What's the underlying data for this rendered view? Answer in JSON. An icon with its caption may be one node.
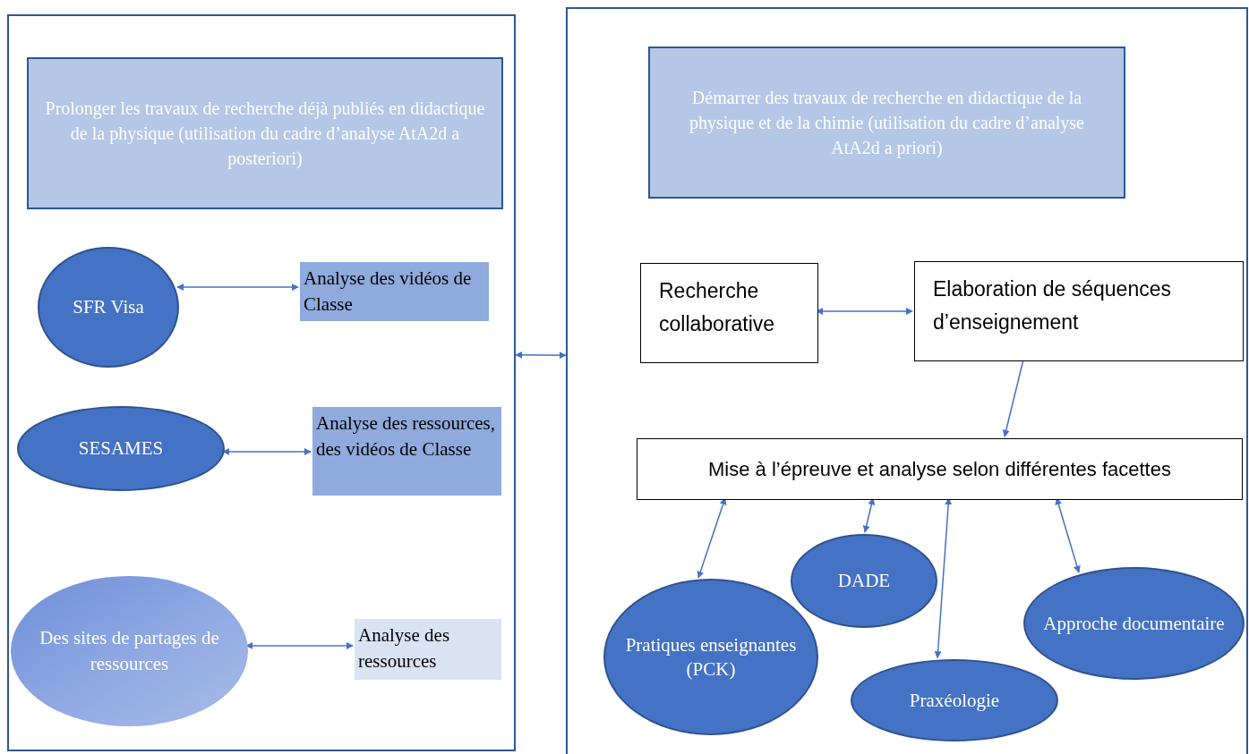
{
  "diagram": {
    "nodes": [
      {
        "text": [],
        "shape": "box"
      },
      {
        "text": [
          "Prolonger les travaux de recherche déjà publiés en didactique de la physique (utilisation du cadre d’analyse AtA2d a posteriori)"
        ],
        "in": 0
      },
      {
        "text": [
          "SFR Visa"
        ],
        "in": 0
      },
      {
        "text": [
          "Analyse des vidéos de Classe"
        ],
        "in": 0
      },
      {
        "text": [
          "SESAMES"
        ],
        "in": 0
      },
      {
        "text": [
          "Analyse des ressources, des vidéos de Classe"
        ],
        "in": 0
      },
      {
        "text": [
          "Des sites de partages de ressources"
        ],
        "in": 0
      },
      {
        "text": [
          "Analyse des ressources"
        ],
        "in": 0
      },
      {
        "text": [],
        "shape": "box"
      },
      {
        "text": [
          "Démarrer des travaux de recherche en didactique de la physique et de la chimie (utilisation du cadre d’analyse AtA2d a priori)"
        ],
        "in": 8
      },
      {
        "text": [
          "Recherche collaborative"
        ],
        "in": 8
      },
      {
        "text": [
          "Elaboration de séquences d’enseignement"
        ],
        "in": 8
      },
      {
        "text": [
          "Mise à l’épreuve et analyse selon différentes facettes"
        ],
        "in": 8
      },
      {
        "text": [
          "DADE"
        ],
        "in": 8
      },
      {
        "text": [
          "Pratiques enseignantes (PCK)"
        ],
        "in": 8
      },
      {
        "text": [
          "Approche documentaire"
        ],
        "in": 8
      },
      {
        "text": [
          "Praxéologie"
        ],
        "in": 8
      }
    ],
    "edges": [
      {
        "from": 0,
        "to": 8,
        "arrow": "both"
      },
      {
        "from": 2,
        "to": 3,
        "arrow": "both"
      },
      {
        "from": 4,
        "to": 5,
        "arrow": "both"
      },
      {
        "from": 6,
        "to": 7,
        "arrow": "both"
      },
      {
        "from": 10,
        "to": 11,
        "arrow": "both"
      },
      {
        "from": 11,
        "to": 12,
        "arrow": "to"
      },
      {
        "from": 12,
        "to": 14,
        "arrow": "both"
      },
      {
        "from": 12,
        "to": 13,
        "arrow": "both"
      },
      {
        "from": 12,
        "to": 16,
        "arrow": "both"
      },
      {
        "from": 12,
        "to": 15,
        "arrow": "both"
      }
    ]
  }
}
